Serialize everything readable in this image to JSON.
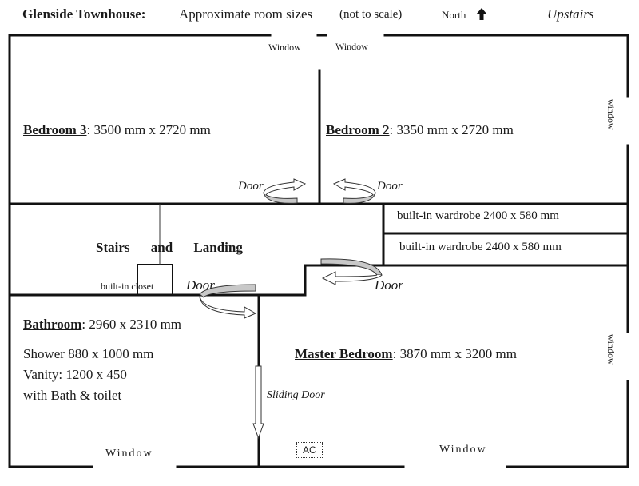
{
  "header": {
    "title": "Glenside Townhouse:",
    "subtitle": "Approximate room sizes",
    "note": "(not to scale)",
    "north_label": "North",
    "north_icon": "arrow-up-icon",
    "level": "Upstairs"
  },
  "rooms": {
    "bedroom3": {
      "name": "Bedroom 3",
      "dims": ": 3500 mm x 2720 mm"
    },
    "bedroom2": {
      "name": "Bedroom 2",
      "dims": ": 3350 mm x 2720 mm"
    },
    "landing": {
      "name": "Stairs and Landing"
    },
    "bathroom": {
      "name": "Bathroom",
      "dims": ": 2960 x 2310 mm",
      "details": [
        "Shower 880 x 1000 mm",
        "Vanity: 1200 x 450",
        "with Bath & toilet"
      ]
    },
    "master": {
      "name": "Master Bedroom",
      "dims": ": 3870 mm x 3200 mm"
    }
  },
  "fixtures": {
    "wardrobe1": "built-in wardrobe 2400 x 580 mm",
    "wardrobe2": "built-in wardrobe 2400 x 580 mm",
    "closet": "built-in closet",
    "ac": "AC",
    "sliding_door": "Sliding Door"
  },
  "labels": {
    "door": "Door",
    "window_cap": "Window",
    "window_lower": "window"
  }
}
